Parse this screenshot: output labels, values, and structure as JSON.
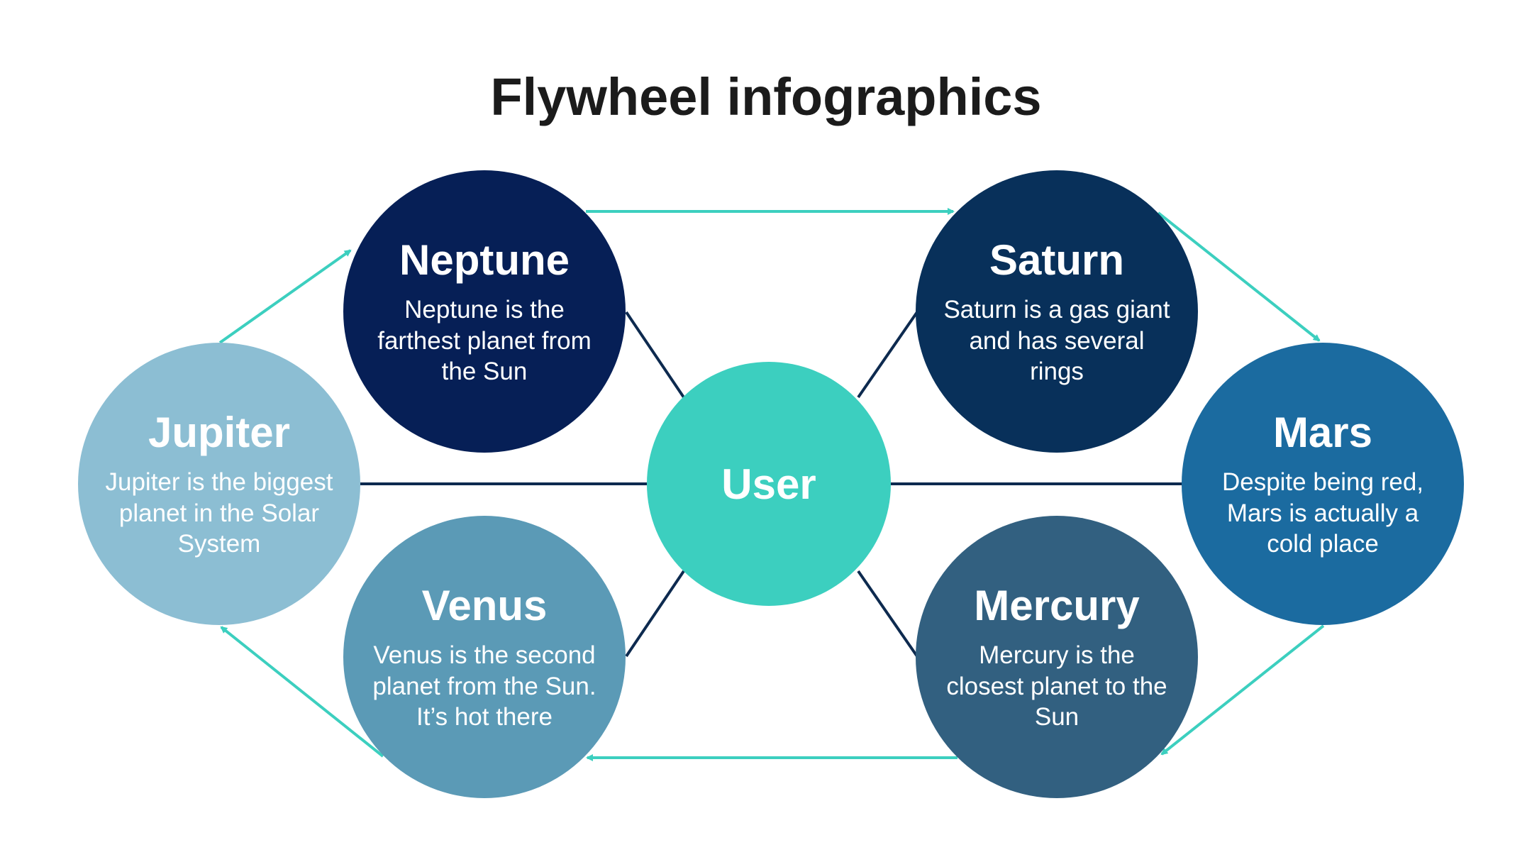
{
  "title": "Flywheel infographics",
  "center": {
    "label": "User",
    "color": "#3ccfbf"
  },
  "colors": {
    "connector": "#0d2a4f",
    "arrow": "#3ccfbf"
  },
  "nodes": {
    "neptune": {
      "name": "Neptune",
      "desc": "Neptune is the farthest planet from the Sun",
      "color": "#061f56"
    },
    "saturn": {
      "name": "Saturn",
      "desc": "Saturn is a gas giant and has several rings",
      "color": "#08305a"
    },
    "jupiter": {
      "name": "Jupiter",
      "desc": "Jupiter is the biggest planet in the Solar System",
      "color": "#8cbed3"
    },
    "mars": {
      "name": "Mars",
      "desc": "Despite being red, Mars is actually a cold place",
      "color": "#1b6ba0"
    },
    "venus": {
      "name": "Venus",
      "desc": "Venus is the second planet from the Sun. It’s hot there",
      "color": "#5b9ab6"
    },
    "mercury": {
      "name": "Mercury",
      "desc": "Mercury is the closest planet to the Sun",
      "color": "#326080"
    }
  }
}
